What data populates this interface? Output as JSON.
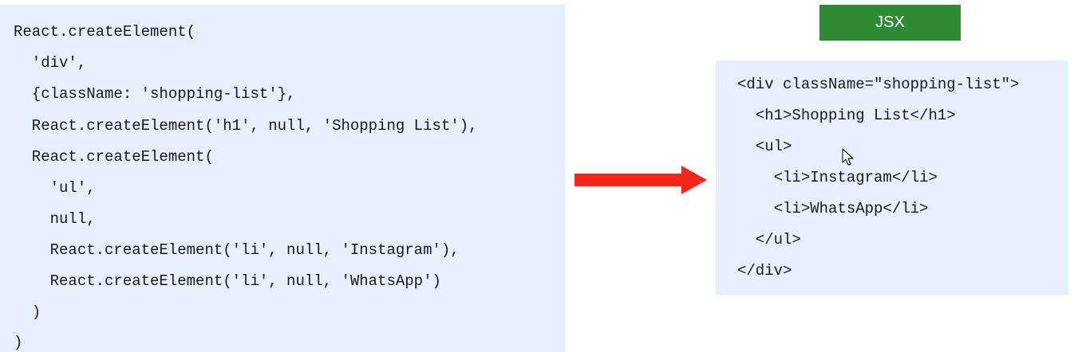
{
  "badge": {
    "label": "JSX"
  },
  "left_code": {
    "lines": [
      "React.createElement(",
      "  'div',",
      "  {className: 'shopping-list'},",
      "  React.createElement('h1', null, 'Shopping List'),",
      "  React.createElement(",
      "    'ul',",
      "    null,",
      "    React.createElement('li', null, 'Instagram'),",
      "    React.createElement('li', null, 'WhatsApp')",
      "  )",
      ")"
    ]
  },
  "right_code": {
    "lines": [
      "<div className=\"shopping-list\">",
      "  <h1>Shopping List</h1>",
      "  <ul>",
      "    <li>Instagram</li>",
      "    <li>WhatsApp</li>",
      "  </ul>",
      "</div>"
    ]
  },
  "colors": {
    "panel_bg": "#e6effb",
    "badge_bg": "#2e8b34",
    "arrow": "#f2261a",
    "text": "#1a1a1a"
  },
  "icons": {
    "arrow": "right-arrow-icon",
    "cursor": "mouse-pointer-icon"
  }
}
